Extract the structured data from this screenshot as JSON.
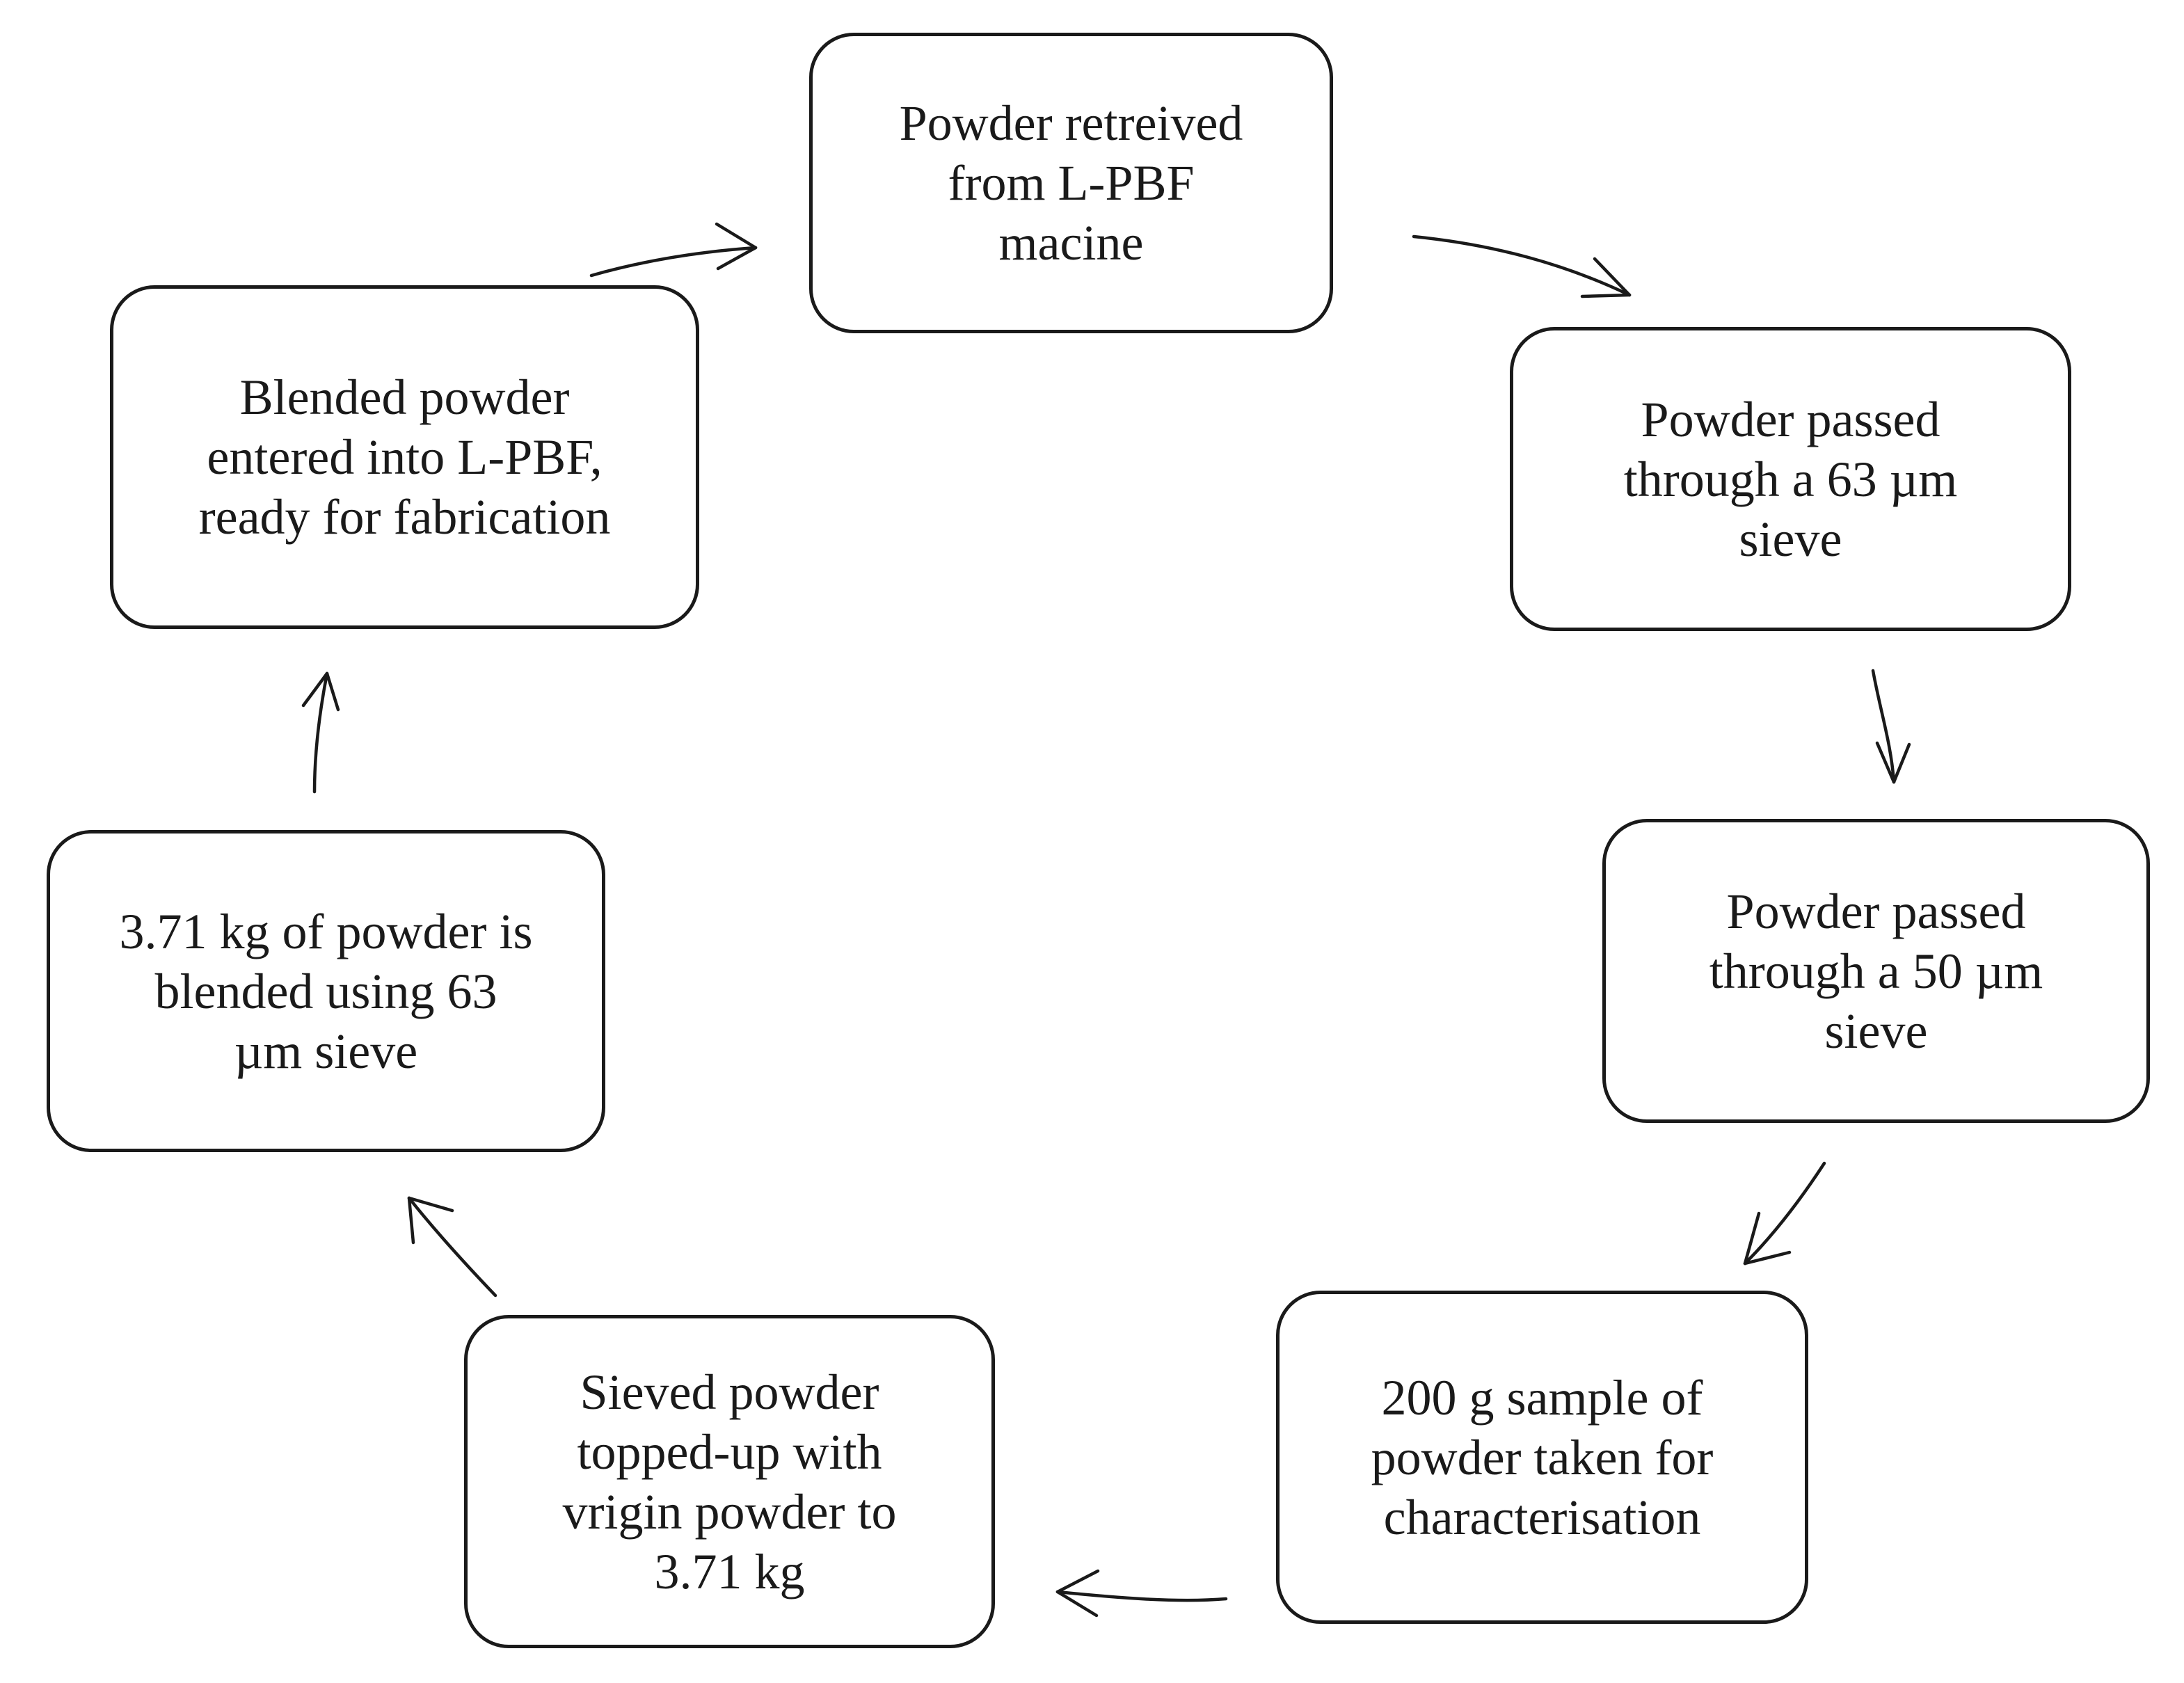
{
  "diagram": {
    "type": "cycle-flowchart",
    "steps": [
      {
        "id": "n1",
        "text": "Powder retreived\nfrom L-PBF\nmacine"
      },
      {
        "id": "n2",
        "text": "Powder passed\nthrough a 63 µm\nsieve"
      },
      {
        "id": "n3",
        "text": "Powder passed\nthrough a 50 µm\nsieve"
      },
      {
        "id": "n4",
        "text": "200 g sample of\npowder taken for\ncharacterisation"
      },
      {
        "id": "n5",
        "text": "Sieved powder\ntopped-up with\nvrigin powder to\n3.71 kg"
      },
      {
        "id": "n6",
        "text": "3.71 kg of powder is\nblended using 63\nµm sieve"
      },
      {
        "id": "n7",
        "text": "Blended powder\nentered into L-PBF,\nready for fabrication"
      }
    ],
    "connections": [
      {
        "from": "n1",
        "to": "n2"
      },
      {
        "from": "n2",
        "to": "n3"
      },
      {
        "from": "n3",
        "to": "n4"
      },
      {
        "from": "n4",
        "to": "n5"
      },
      {
        "from": "n5",
        "to": "n6"
      },
      {
        "from": "n6",
        "to": "n7"
      },
      {
        "from": "n7",
        "to": "n1"
      }
    ]
  }
}
